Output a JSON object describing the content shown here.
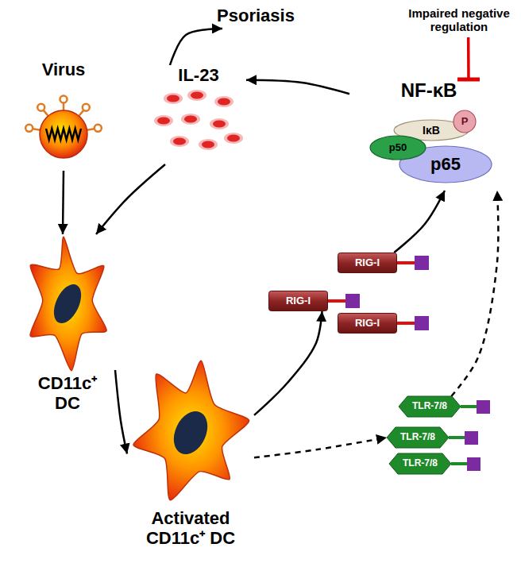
{
  "diagram": {
    "nodes": [
      {
        "text": [
          "Virus"
        ]
      },
      {
        "text": [
          "Psoriasis"
        ]
      },
      {
        "text": [
          "Impaired negative regulation"
        ]
      },
      {
        "text": [
          "IL-23"
        ]
      },
      {
        "text": [
          "NF-κB"
        ]
      },
      {
        "text": [
          "p50"
        ],
        "in": 4
      },
      {
        "text": [
          "IκB"
        ],
        "in": 4
      },
      {
        "text": [
          "P"
        ],
        "in": 4
      },
      {
        "text": [
          "p65"
        ],
        "in": 4
      },
      {
        "text": [
          "CD11c⁺ DC"
        ]
      },
      {
        "text": [
          "Activated CD11c⁺ DC"
        ]
      },
      {
        "text": [
          "RIG-I"
        ]
      },
      {
        "text": [
          "RIG-I"
        ]
      },
      {
        "text": [
          "RIG-I"
        ]
      },
      {
        "text": [
          "TLR-7/8"
        ]
      },
      {
        "text": [
          "TLR-7/8"
        ]
      },
      {
        "text": [
          "TLR-7/8"
        ]
      }
    ],
    "edges": [
      {
        "from": 0,
        "to": 9,
        "arrow": "to"
      },
      {
        "from": 9,
        "to": 10,
        "arrow": "to"
      },
      {
        "from": 10,
        "to": 12,
        "arrow": "to"
      },
      {
        "from": 11,
        "to": 4,
        "arrow": "to"
      },
      {
        "from": 10,
        "to": 15,
        "arrow": "to"
      },
      {
        "from": 14,
        "to": 4,
        "arrow": "to"
      },
      {
        "from": 4,
        "to": 3,
        "arrow": "to"
      },
      {
        "from": 3,
        "to": 1,
        "arrow": "to"
      },
      {
        "from": 3,
        "to": 9,
        "arrow": "to"
      },
      {
        "from": 2,
        "to": 4,
        "arrow": "to"
      }
    ]
  }
}
